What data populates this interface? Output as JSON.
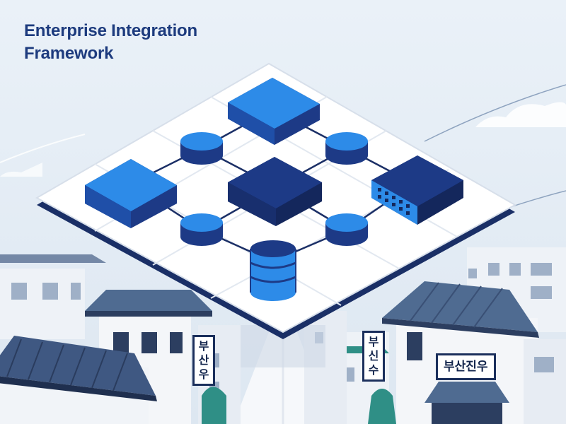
{
  "title": {
    "line1": "Enterprise Integration",
    "line2": "Framework"
  },
  "signs": {
    "left": "부산우",
    "middle": "부신수",
    "right": "부산진우"
  },
  "colors": {
    "background": "#e6eef6",
    "title": "#1d3b7e",
    "platform": "#ffffff",
    "platform_edge": "#1a2f66",
    "node_light": "#2d8be8",
    "node_dark": "#1d3a86",
    "connector": "#1b2f66",
    "roof": "#4f6b91",
    "sign_border": "#1b2f5c"
  },
  "icons": [
    "server-block-icon",
    "router-icon",
    "switch-icon",
    "database-icon"
  ]
}
